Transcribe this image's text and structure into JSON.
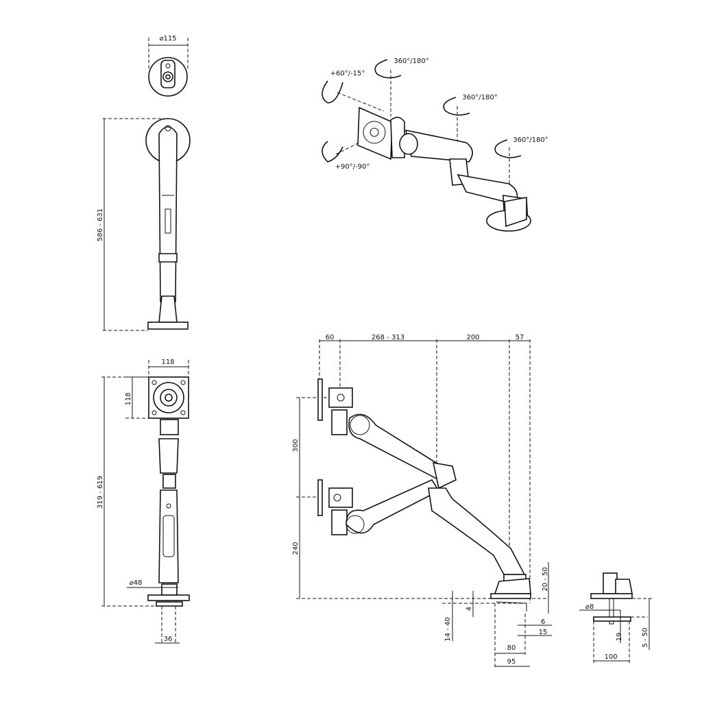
{
  "front_view": {
    "base_diameter": "⌀115",
    "height_range": "586 - 631"
  },
  "rear_view": {
    "vesa_width": "118",
    "vesa_height": "118",
    "height_range": "319 - 619",
    "pole_diameter": "⌀48",
    "clamp_width": "36"
  },
  "isometric_view": {
    "tilt": "+60°/-15°",
    "head_swivel": "360°/180°",
    "elbow_swivel": "360°/180°",
    "base_swivel": "360°/180°",
    "rotation": "+90°/-90°"
  },
  "side_view": {
    "offset_60": "60",
    "reach_range": "268 - 313",
    "arm_200": "200",
    "base_57": "57",
    "height_300": "300",
    "height_240": "240",
    "desk_20_50": "20 - 50",
    "gap_4": "4",
    "desk_14_40": "14 - 40",
    "dim_6": "6",
    "dim_15": "15",
    "dim_80": "80",
    "dim_95": "95"
  },
  "clamp_view": {
    "bolt_diameter": "⌀8",
    "plate_19": "19",
    "desk_5_50": "5 - 50",
    "plate_100": "100"
  }
}
